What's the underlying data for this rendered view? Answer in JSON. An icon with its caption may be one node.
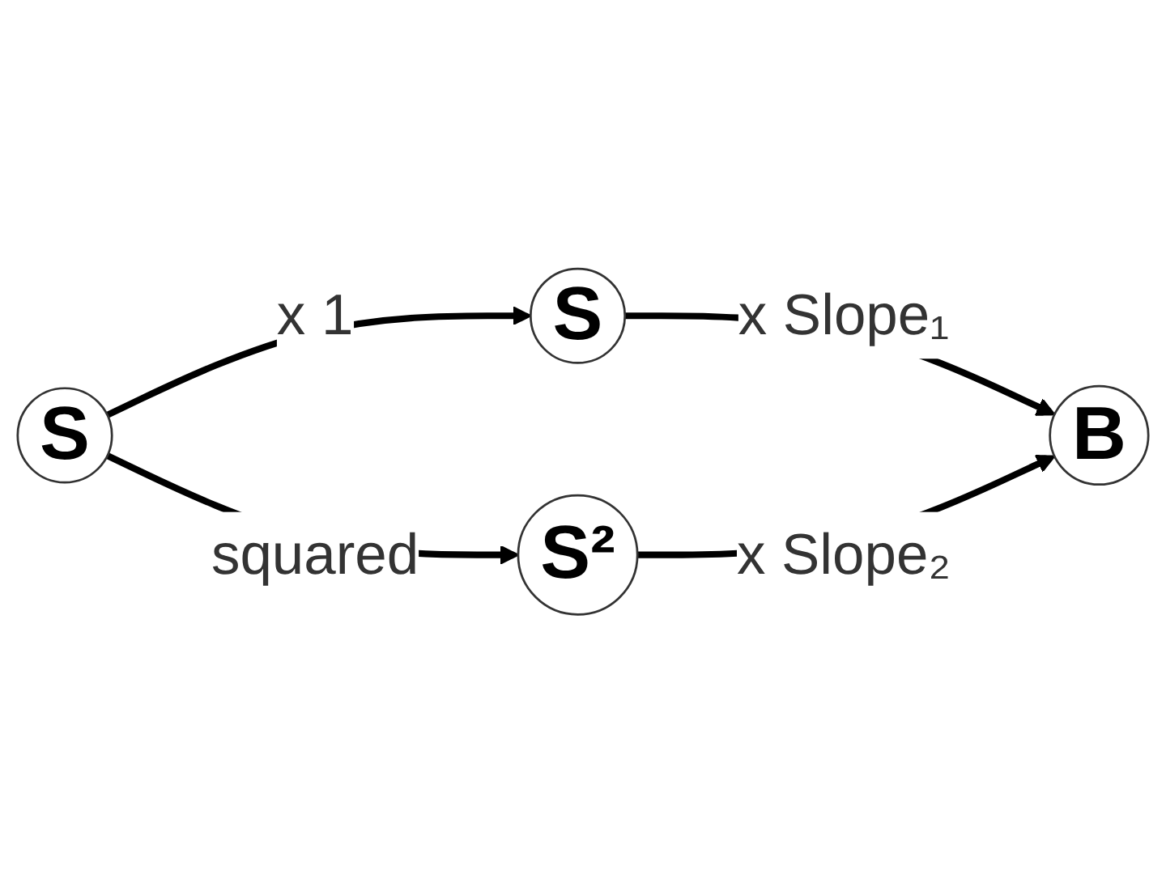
{
  "diagram": {
    "nodes": [
      {
        "text": [
          "S"
        ]
      },
      {
        "text": [
          "S"
        ]
      },
      {
        "text": [
          "S²"
        ]
      },
      {
        "text": [
          "B"
        ]
      }
    ],
    "edges": [
      {
        "from": 0,
        "to": 1,
        "arrow": "to",
        "label": "x 1"
      },
      {
        "from": 0,
        "to": 2,
        "arrow": "to",
        "label": "squared"
      },
      {
        "from": 1,
        "to": 3,
        "arrow": "to",
        "label": "x Slope₁"
      },
      {
        "from": 2,
        "to": 3,
        "arrow": "to",
        "label": "x Slope₂"
      }
    ]
  }
}
